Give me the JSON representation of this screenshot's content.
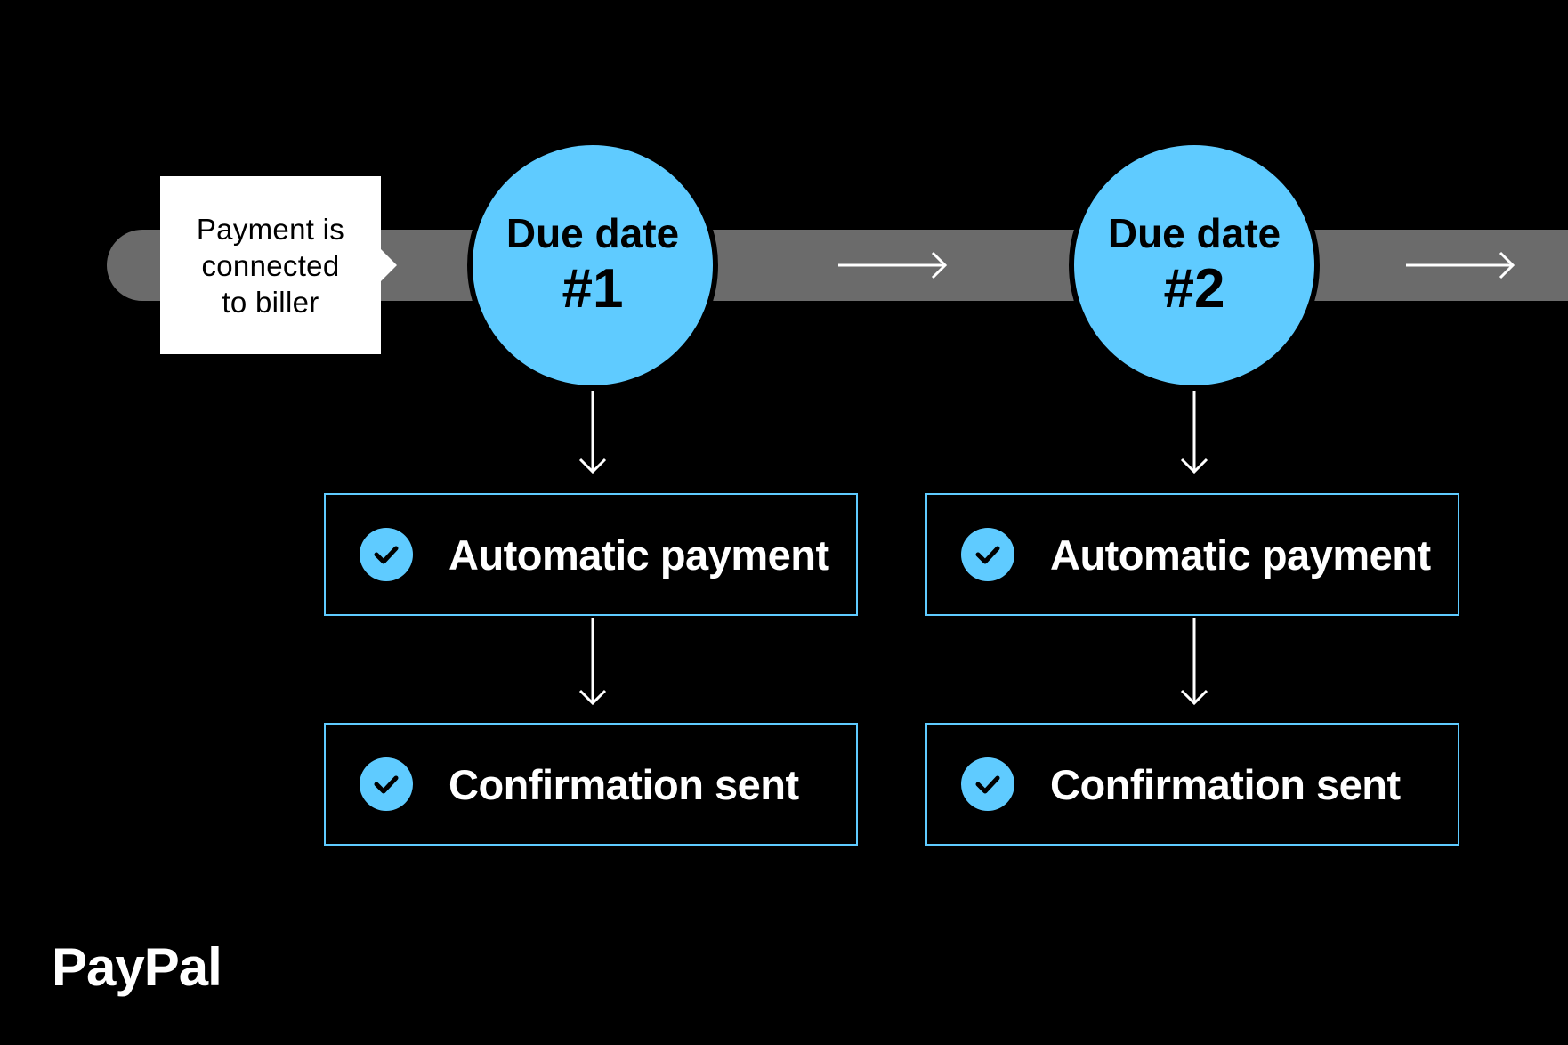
{
  "start_box": {
    "text": "Payment is\nconnected\nto biller"
  },
  "due_dates": [
    {
      "title": "Due date",
      "number": "#1",
      "steps": [
        "Automatic payment",
        "Confirmation sent"
      ]
    },
    {
      "title": "Due date",
      "number": "#2",
      "steps": [
        "Automatic payment",
        "Confirmation sent"
      ]
    }
  ],
  "logo": "PayPal",
  "colors": {
    "accent": "#5fcbff",
    "track": "#6b6b6b",
    "background": "#000000"
  }
}
